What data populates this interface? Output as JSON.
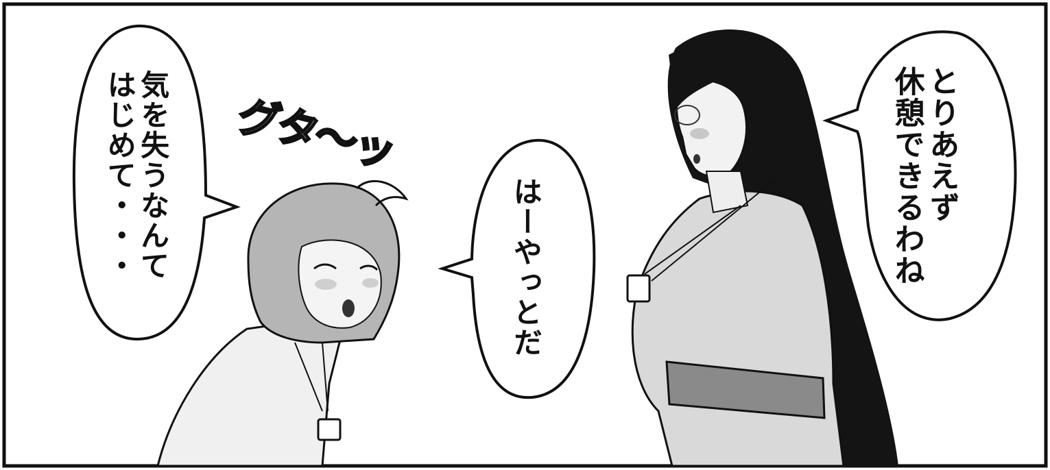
{
  "panel": {
    "border_color": "#111111",
    "background": "#ffffff"
  },
  "dialogue": {
    "right_speaker": "とりあえず\n休憩できるわね",
    "middle_speaker": "はーやっとだ",
    "left_speaker": "気を失うなんて\nはじめて・・・"
  },
  "sound_effect": "グタ〜ッ",
  "characters": {
    "left": {
      "hair": "short bob",
      "expression": "eyes closed, mouth open",
      "badge": "id-badge"
    },
    "right": {
      "hair": "long black",
      "accessory": "glasses",
      "badge": "id-badge"
    }
  }
}
